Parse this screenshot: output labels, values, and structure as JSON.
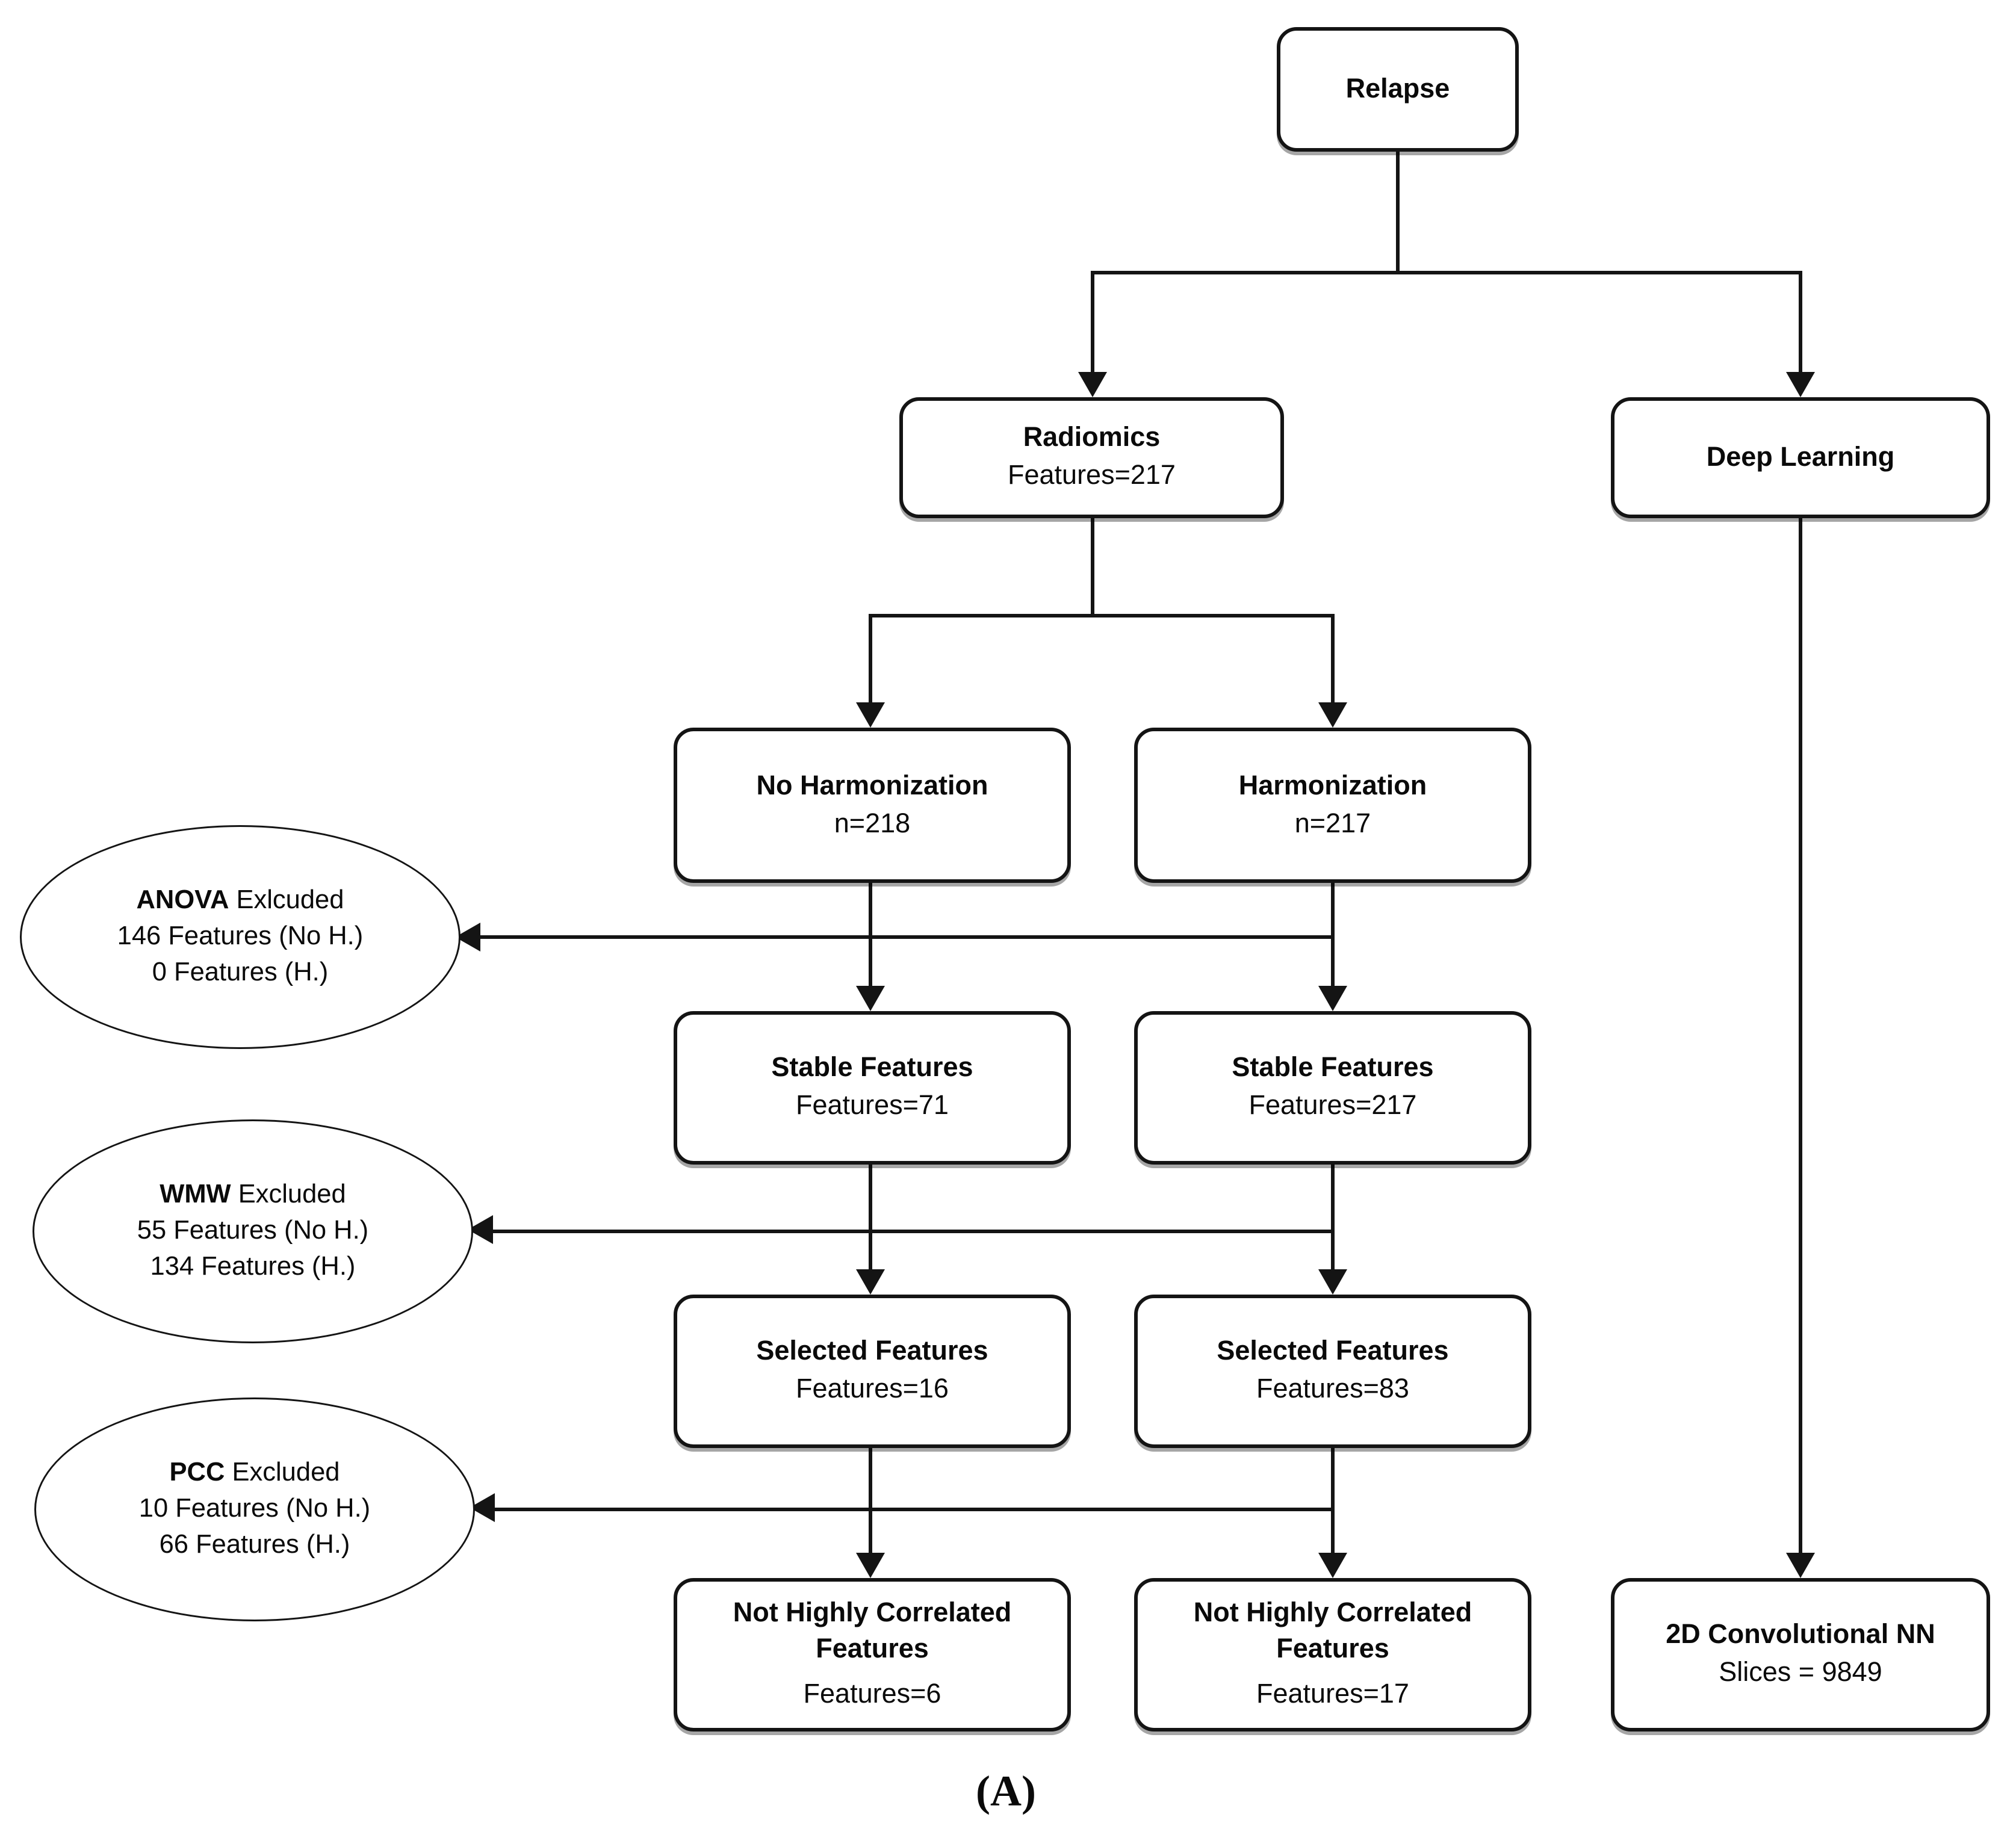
{
  "figure_label": "(A)",
  "colors": {
    "line": "#141414",
    "box_background": "#ffffff",
    "page_background": "#ffffff"
  },
  "nodes": {
    "relapse": {
      "title": "Relapse"
    },
    "radiomics": {
      "title": "Radiomics",
      "subtitle": "Features=217"
    },
    "deep_learning": {
      "title": "Deep Learning"
    },
    "no_harmonization": {
      "title": "No Harmonization",
      "subtitle": "n=218"
    },
    "harmonization": {
      "title": "Harmonization",
      "subtitle": "n=217"
    },
    "stable_features_no_h": {
      "title": "Stable Features",
      "subtitle": "Features=71"
    },
    "stable_features_h": {
      "title": "Stable Features",
      "subtitle": "Features=217"
    },
    "selected_features_no_h": {
      "title": "Selected Features",
      "subtitle": "Features=16"
    },
    "selected_features_h": {
      "title": "Selected Features",
      "subtitle": "Features=83"
    },
    "not_highly_correlated_no_h": {
      "title": "Not Highly Correlated Features",
      "subtitle": "Features=6"
    },
    "not_highly_correlated_h": {
      "title": "Not Highly Correlated Features",
      "subtitle": "Features=17"
    },
    "cnn": {
      "title": "2D Convolutional NN",
      "subtitle": "Slices = 9849"
    }
  },
  "exclusions": {
    "anova": {
      "method": "ANOVA",
      "label": "Exlcuded",
      "line2": "146 Features (No H.)",
      "line3": "0 Features (H.)"
    },
    "wmw": {
      "method": "WMW",
      "label": "Excluded",
      "line2": "55 Features (No H.)",
      "line3": "134 Features (H.)"
    },
    "pcc": {
      "method": "PCC",
      "label": "Excluded",
      "line2": "10 Features (No H.)",
      "line3": "66 Features (H.)"
    }
  }
}
